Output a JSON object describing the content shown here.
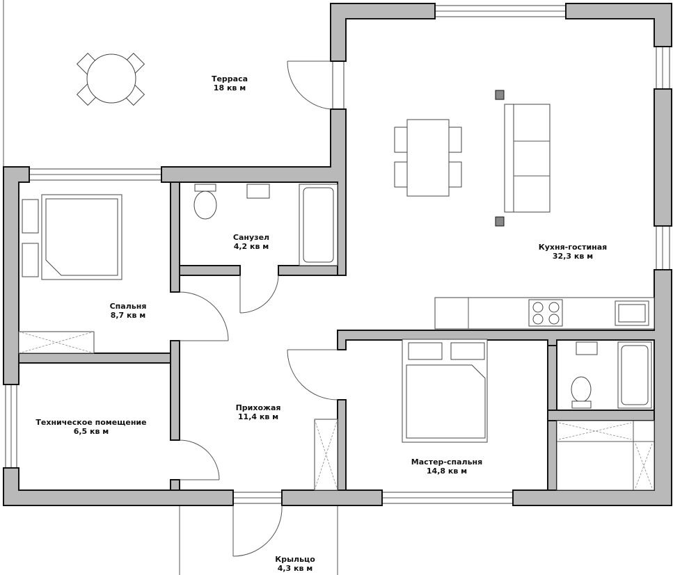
{
  "rooms": [
    {
      "name": "Терраса",
      "area": "18 кв м"
    },
    {
      "name": "Санузел",
      "area": "4,2 кв м"
    },
    {
      "name": "Кухня-гостиная",
      "area": "32,3 кв м"
    },
    {
      "name": "Спальня",
      "area": "8,7 кв м"
    },
    {
      "name": "Прихожая",
      "area": "11,4 кв м"
    },
    {
      "name": "Техническое помещение",
      "area": "6,5 кв м"
    },
    {
      "name": "Мастер-спальня",
      "area": "14,8 кв м"
    },
    {
      "name": "Крыльцо",
      "area": "4,3 кв м"
    }
  ],
  "colors": {
    "wall": "#b9b9b9",
    "outline": "#111111"
  }
}
